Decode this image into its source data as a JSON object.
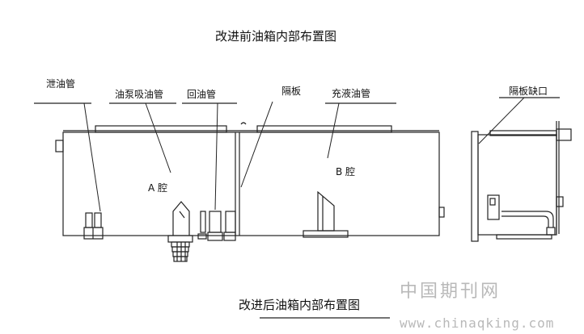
{
  "figure": {
    "top_title": "改进前油箱内部布置图",
    "bottom_title": "改进后油箱内部布置图"
  },
  "labels": {
    "drain_pipe": "泄油管",
    "pump_suction_pipe": "油泵吸油管",
    "return_pipe": "回油管",
    "partition": "隔板",
    "fill_pipe": "充液油管",
    "partition_gap": "隔板缺口",
    "chamber_a": "A 腔",
    "chamber_b": "B 腔"
  },
  "watermark": {
    "line1": "中国期刊网",
    "line2": "www.chinaqking.com"
  }
}
